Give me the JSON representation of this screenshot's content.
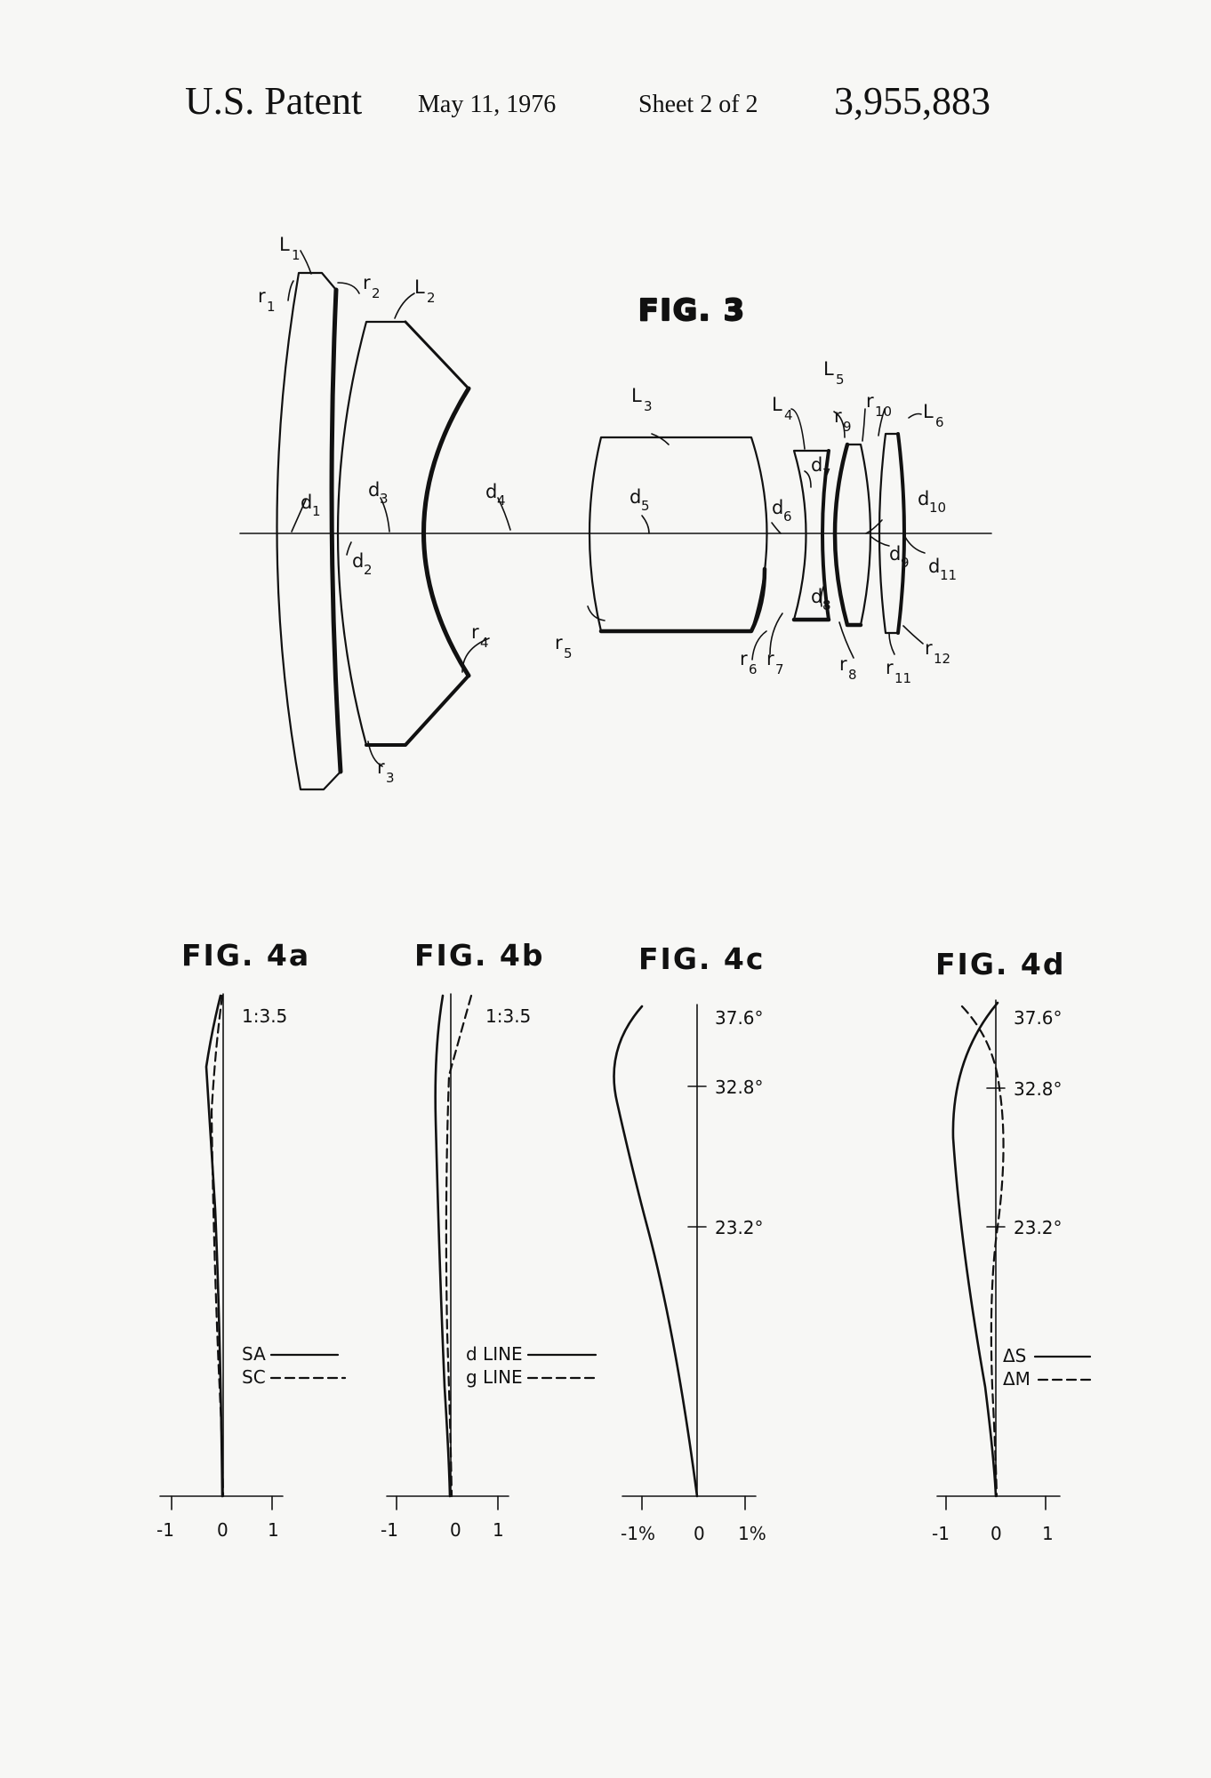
{
  "header": {
    "patent_label": "U.S. Patent",
    "date": "May 11, 1976",
    "sheet": "Sheet 2 of 2",
    "patent_number": "3,955,883"
  },
  "fig3": {
    "title": "FIG. 3",
    "lenses": [
      "L",
      "L",
      "L",
      "L",
      "L",
      "L"
    ],
    "lens_subscripts": [
      "1",
      "2",
      "3",
      "4",
      "5",
      "6"
    ],
    "radius_letter": "r",
    "radius_subscripts": [
      "1",
      "2",
      "3",
      "4",
      "5",
      "6",
      "7",
      "8",
      "9",
      "10",
      "11",
      "12"
    ],
    "distance_letter": "d",
    "distance_subscripts": [
      "1",
      "2",
      "3",
      "4",
      "5",
      "6",
      "7",
      "8",
      "9",
      "10",
      "11"
    ]
  },
  "fig4a": {
    "title": "FIG. 4a",
    "aperture": "1:3.5",
    "legend": [
      "SA",
      "SC"
    ],
    "x_ticks": [
      "-1",
      "0",
      "1"
    ]
  },
  "fig4b": {
    "title": "FIG. 4b",
    "aperture": "1:3.5",
    "legend": [
      "d LINE",
      "g LINE"
    ],
    "x_ticks": [
      "-1",
      "0",
      "1"
    ]
  },
  "fig4c": {
    "title": "FIG. 4c",
    "angles": [
      "37.6°",
      "32.8°",
      "23.2°"
    ],
    "x_ticks": [
      "-1%",
      "0",
      "1%"
    ]
  },
  "fig4d": {
    "title": "FIG. 4d",
    "angles": [
      "37.6°",
      "32.8°",
      "23.2°"
    ],
    "legend": [
      "ΔS",
      "ΔM"
    ],
    "x_ticks": [
      "-1",
      "0",
      "1"
    ]
  }
}
